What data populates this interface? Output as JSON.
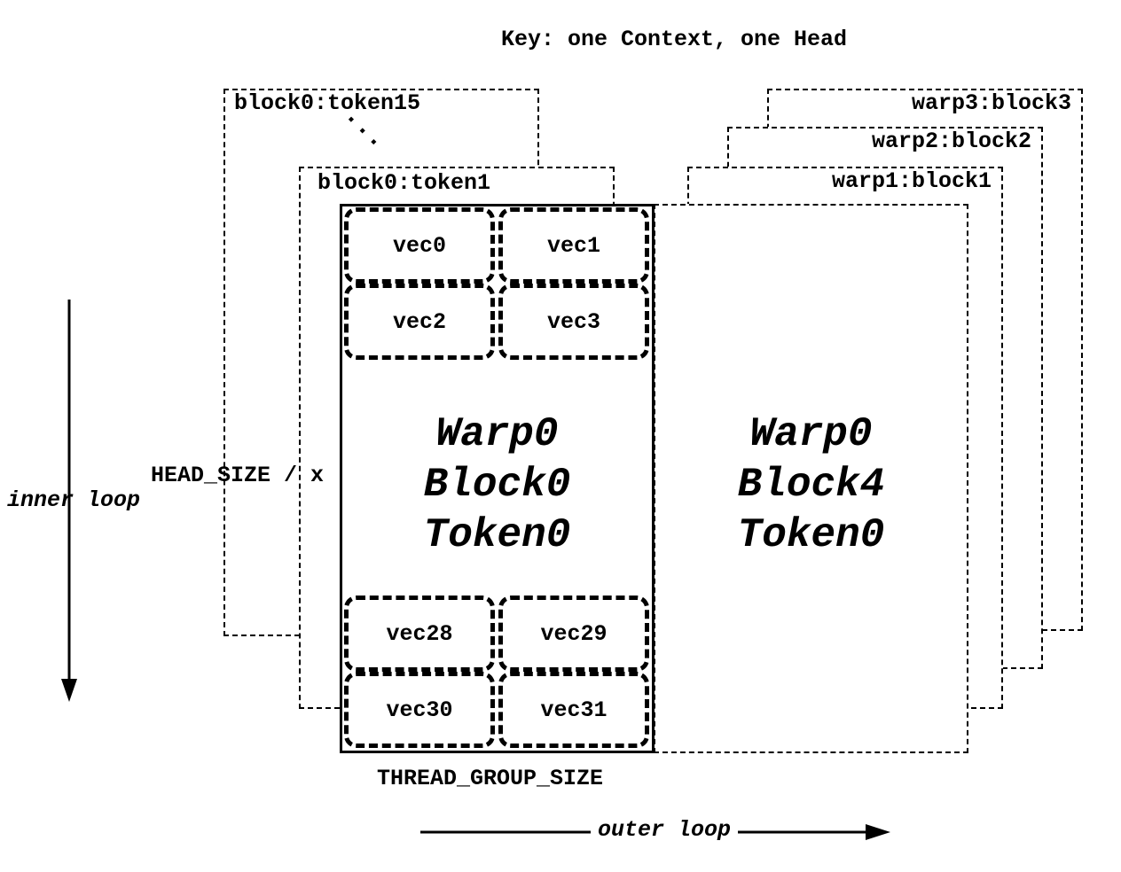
{
  "title": "Key: one Context, one Head",
  "left_stack": {
    "back_labels": [
      "block0:token15",
      "block0:token1"
    ],
    "ellipsis": "...",
    "front": {
      "lines": [
        "Warp0",
        "Block0",
        "Token0"
      ],
      "vecs_top": [
        "vec0",
        "vec1",
        "vec2",
        "vec3"
      ],
      "vecs_bottom": [
        "vec28",
        "vec29",
        "vec30",
        "vec31"
      ]
    }
  },
  "right_stack": {
    "back_labels": [
      "warp3:block3",
      "warp2:block2",
      "warp1:block1"
    ],
    "front": {
      "lines": [
        "Warp0",
        "Block4",
        "Token0"
      ]
    }
  },
  "labels": {
    "head_size": "HEAD_SIZE / x",
    "inner_loop": "inner loop",
    "thread_group_size": "THREAD_GROUP_SIZE",
    "outer_loop": "outer loop"
  },
  "colors": {
    "ink": "#000000",
    "background": "#ffffff"
  }
}
